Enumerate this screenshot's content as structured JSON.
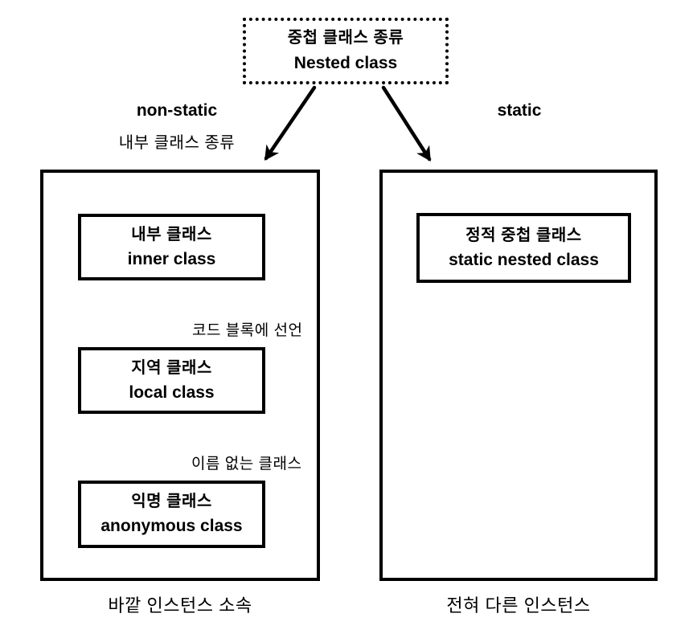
{
  "diagram": {
    "root": {
      "title_ko": "중첩 클래스 종류",
      "title_en": "Nested class"
    },
    "branch_left": {
      "label_en": "non-static",
      "label_ko": "내부 클래스 종류"
    },
    "branch_right": {
      "label_en": "static"
    },
    "left_group": {
      "nodes": [
        {
          "ko": "내부 클래스",
          "en": "inner class"
        },
        {
          "ko": "지역 클래스",
          "en": "local class"
        },
        {
          "ko": "익명 클래스",
          "en": "anonymous class"
        }
      ],
      "edges": [
        {
          "label": "코드 블록에 선언"
        },
        {
          "label": "이름 없는 클래스"
        }
      ],
      "caption": "바깥 인스턴스 소속"
    },
    "right_group": {
      "node": {
        "ko": "정적 중첩 클래스",
        "en": "static nested class"
      },
      "caption": "전혀 다른 인스턴스"
    },
    "colors": {
      "line": "#000000",
      "background": "#ffffff"
    }
  }
}
